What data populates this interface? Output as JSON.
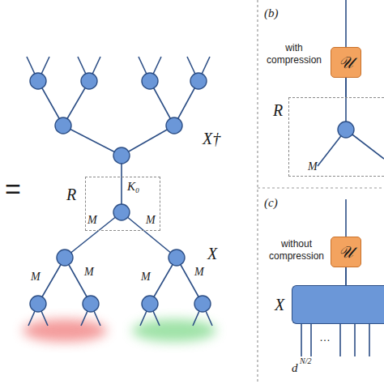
{
  "diagram": {
    "nodes": [
      {
        "text": [
          "R"
        ]
      },
      {
        "text": [
          "𝒰"
        ]
      },
      {
        "text": [
          "R"
        ]
      },
      {
        "text": [
          "𝒰"
        ]
      },
      {
        "text": [
          "X"
        ]
      }
    ],
    "edges": [
      {
        "from": 1,
        "to": 2,
        "arrow": "none"
      },
      {
        "from": 3,
        "to": 4,
        "arrow": "none"
      }
    ],
    "labels": [
      "=",
      "X†",
      "K₀",
      "M",
      "M",
      "X",
      "M",
      "M",
      "M",
      "M",
      "(b)",
      "with compression",
      "M",
      "(c)",
      "without compression",
      "…",
      "d",
      "N/2"
    ]
  }
}
